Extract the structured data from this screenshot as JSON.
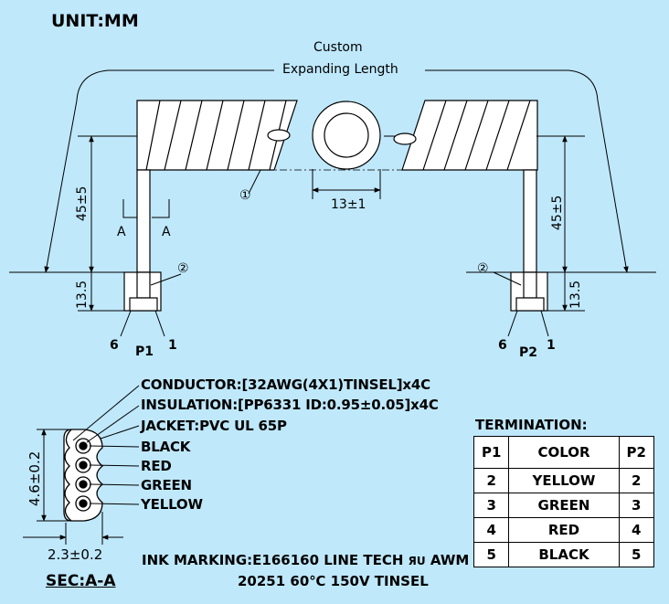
{
  "unit": "UNIT:MM",
  "custom_length": [
    "Custom",
    "Expanding Length"
  ],
  "dims": {
    "coil_diameter": "13±1",
    "left_height": "45±5",
    "right_height": "45±5",
    "left_connector": "13.5",
    "right_connector": "13.5",
    "section_height": "4.6±0.2",
    "section_width": "2.3±0.2"
  },
  "callouts": {
    "one": "①",
    "two": "②"
  },
  "section_marks": {
    "a_left": "A",
    "a_right": "A"
  },
  "plugs": {
    "p1": {
      "name": "P1",
      "pin_left": "6",
      "pin_right": "1"
    },
    "p2": {
      "name": "P2",
      "pin_left": "6",
      "pin_right": "1"
    }
  },
  "specs": [
    "CONDUCTOR:[32AWG(4X1)TINSEL]x4C",
    "INSULATION:[PP6331 ID:0.95±0.05]x4C",
    "JACKET:PVC UL 65P",
    "BLACK",
    "RED",
    "GREEN",
    "YELLOW"
  ],
  "termination": {
    "title": "TERMINATION:",
    "headers": [
      "P1",
      "COLOR",
      "P2"
    ],
    "rows": [
      [
        "2",
        "YELLOW",
        "2"
      ],
      [
        "3",
        "GREEN",
        "3"
      ],
      [
        "4",
        "RED",
        "4"
      ],
      [
        "5",
        "BLACK",
        "5"
      ]
    ]
  },
  "section_label": "SEC:A-A",
  "ink_marking": [
    "INK MARKING:E166160 LINE TECH",
    "AWM",
    "20251 60℃ 150V TINSEL"
  ],
  "ul_mark": "ЯU"
}
